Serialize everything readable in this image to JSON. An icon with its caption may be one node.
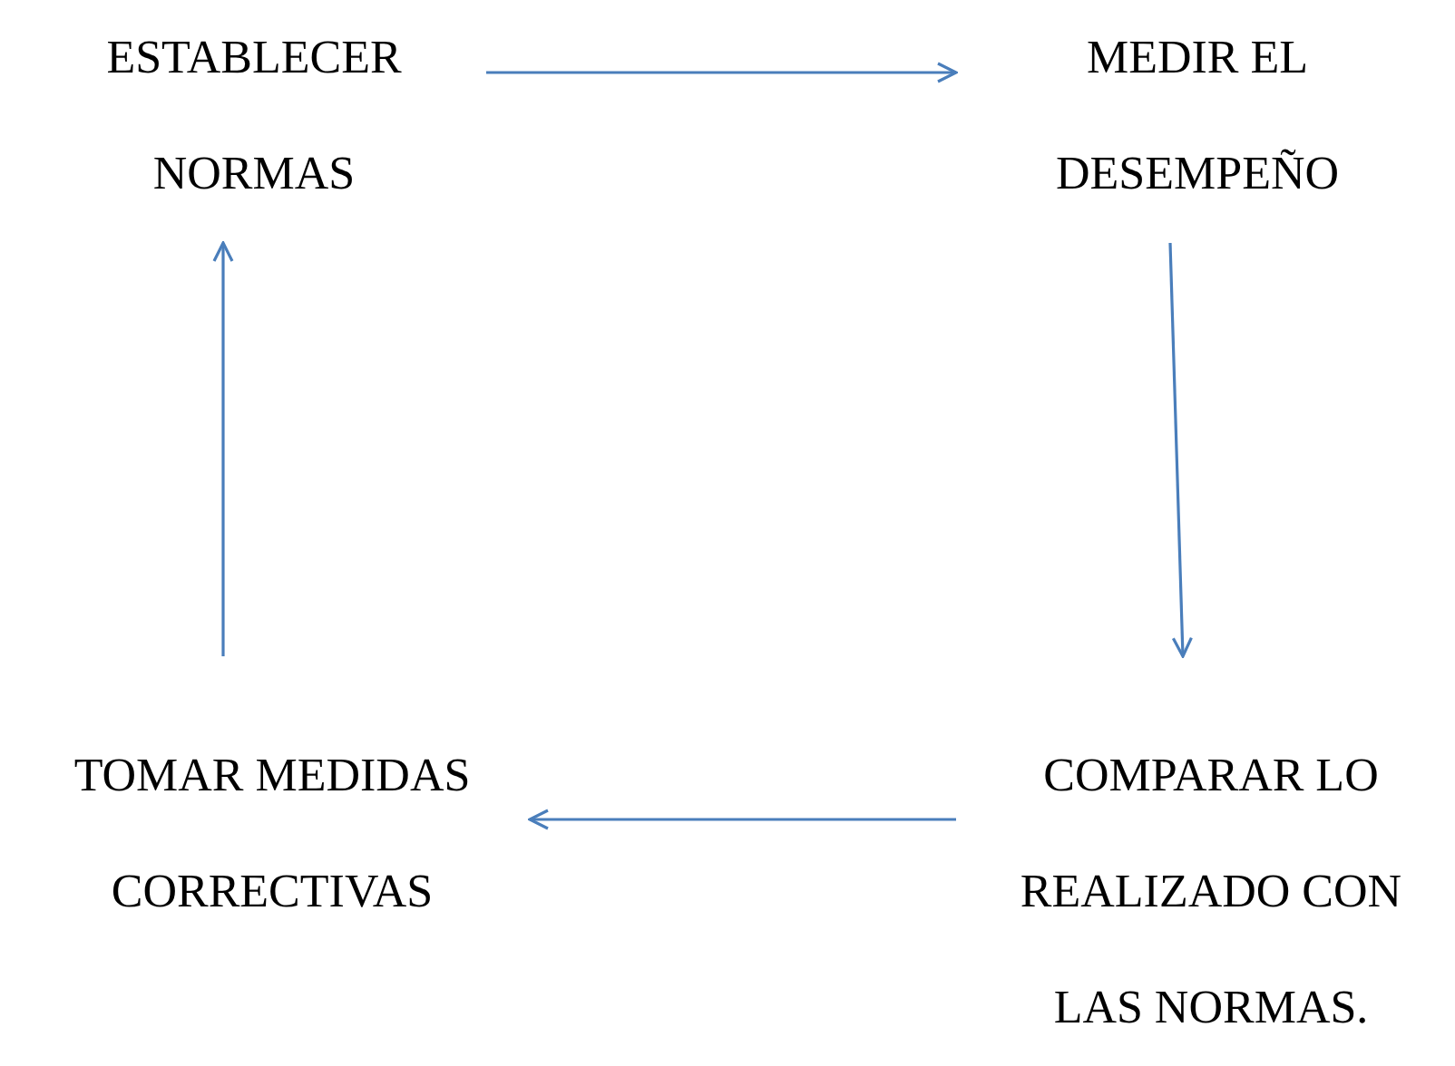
{
  "diagram": {
    "nodes": [
      {
        "text": [
          "ESTABLECER NORMAS"
        ]
      },
      {
        "text": [
          "MEDIR EL DESEMPEÑO"
        ]
      },
      {
        "text": [
          "COMPARAR LO REALIZADO CON LAS NORMAS."
        ]
      },
      {
        "text": [
          "TOMAR MEDIDAS CORRECTIVAS"
        ]
      }
    ],
    "edges": [
      {
        "from": 0,
        "to": 1,
        "arrow": "to"
      },
      {
        "from": 1,
        "to": 2,
        "arrow": "to"
      },
      {
        "from": 2,
        "to": 3,
        "arrow": "to"
      },
      {
        "from": 3,
        "to": 0,
        "arrow": "to"
      }
    ]
  }
}
